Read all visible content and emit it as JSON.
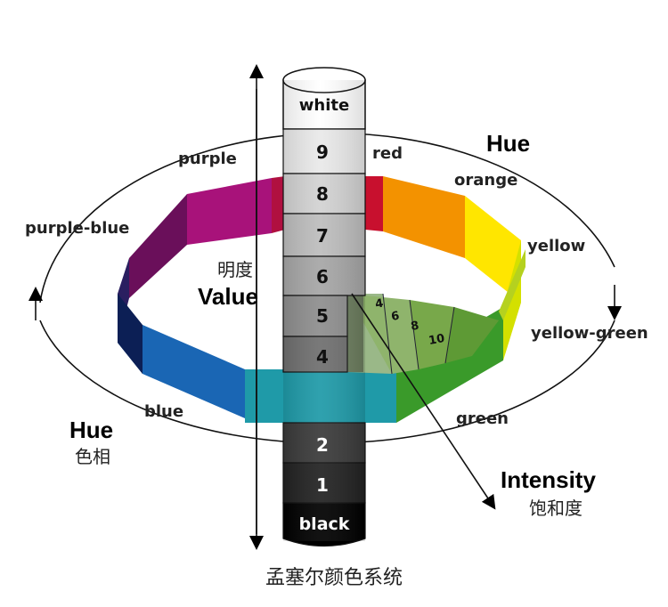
{
  "hue_names": {
    "red": "red",
    "orange": "orange",
    "yellow": "yellow",
    "yellow_green": "yellow-green",
    "green": "green",
    "blue": "blue",
    "purple_blue": "purple-blue",
    "purple": "purple"
  },
  "axis_labels": {
    "hue_top": "Hue",
    "hue_left": "Hue",
    "hue_left_cn": "色相",
    "value": "Value",
    "value_cn": "明度",
    "intensity": "Intensity",
    "intensity_cn": "饱和度"
  },
  "value_scale": {
    "top": "white",
    "bottom": "black",
    "steps": [
      "9",
      "8",
      "7",
      "6",
      "5",
      "4",
      "2",
      "1"
    ]
  },
  "intensity_scale": [
    "4",
    "6",
    "8",
    "10"
  ],
  "caption": "孟塞尔颜色系统",
  "colors": {
    "red": "#c8102e",
    "orange": "#f39200",
    "yellow": "#ffe600",
    "yellow_green": "#b5d11f",
    "green": "#3a9a2a",
    "teal": "#1f9aa8",
    "blue": "#1a66b4",
    "purple_blue": "#4a2f7a",
    "purple": "#a8127a"
  }
}
